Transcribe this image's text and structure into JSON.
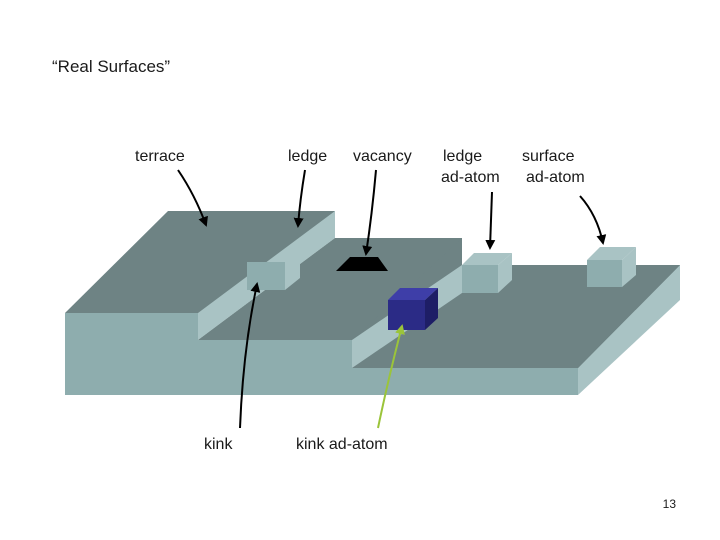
{
  "slide": {
    "title": "“Real Surfaces”",
    "page_number": "13"
  },
  "labels": {
    "terrace": "terrace",
    "ledge": "ledge",
    "vacancy": "vacancy",
    "ledge_adatom_line1": "ledge",
    "ledge_adatom_line2": "ad-atom",
    "surface_adatom_line1": "surface",
    "surface_adatom_line2": "ad-atom",
    "kink": "kink",
    "kink_adatom": "kink ad-atom"
  },
  "colors": {
    "top_face": "#6e8384",
    "side_face": "#8eadae",
    "side_face_light": "#a9c3c4",
    "vacancy": "#000000",
    "kink_adatom_front": "#2b2b86",
    "kink_adatom_top": "#3e3ea8",
    "kink_adatom_side": "#1e1e66",
    "arrow": "#000000",
    "arrow_kink_adatom": "#9bc43a"
  }
}
